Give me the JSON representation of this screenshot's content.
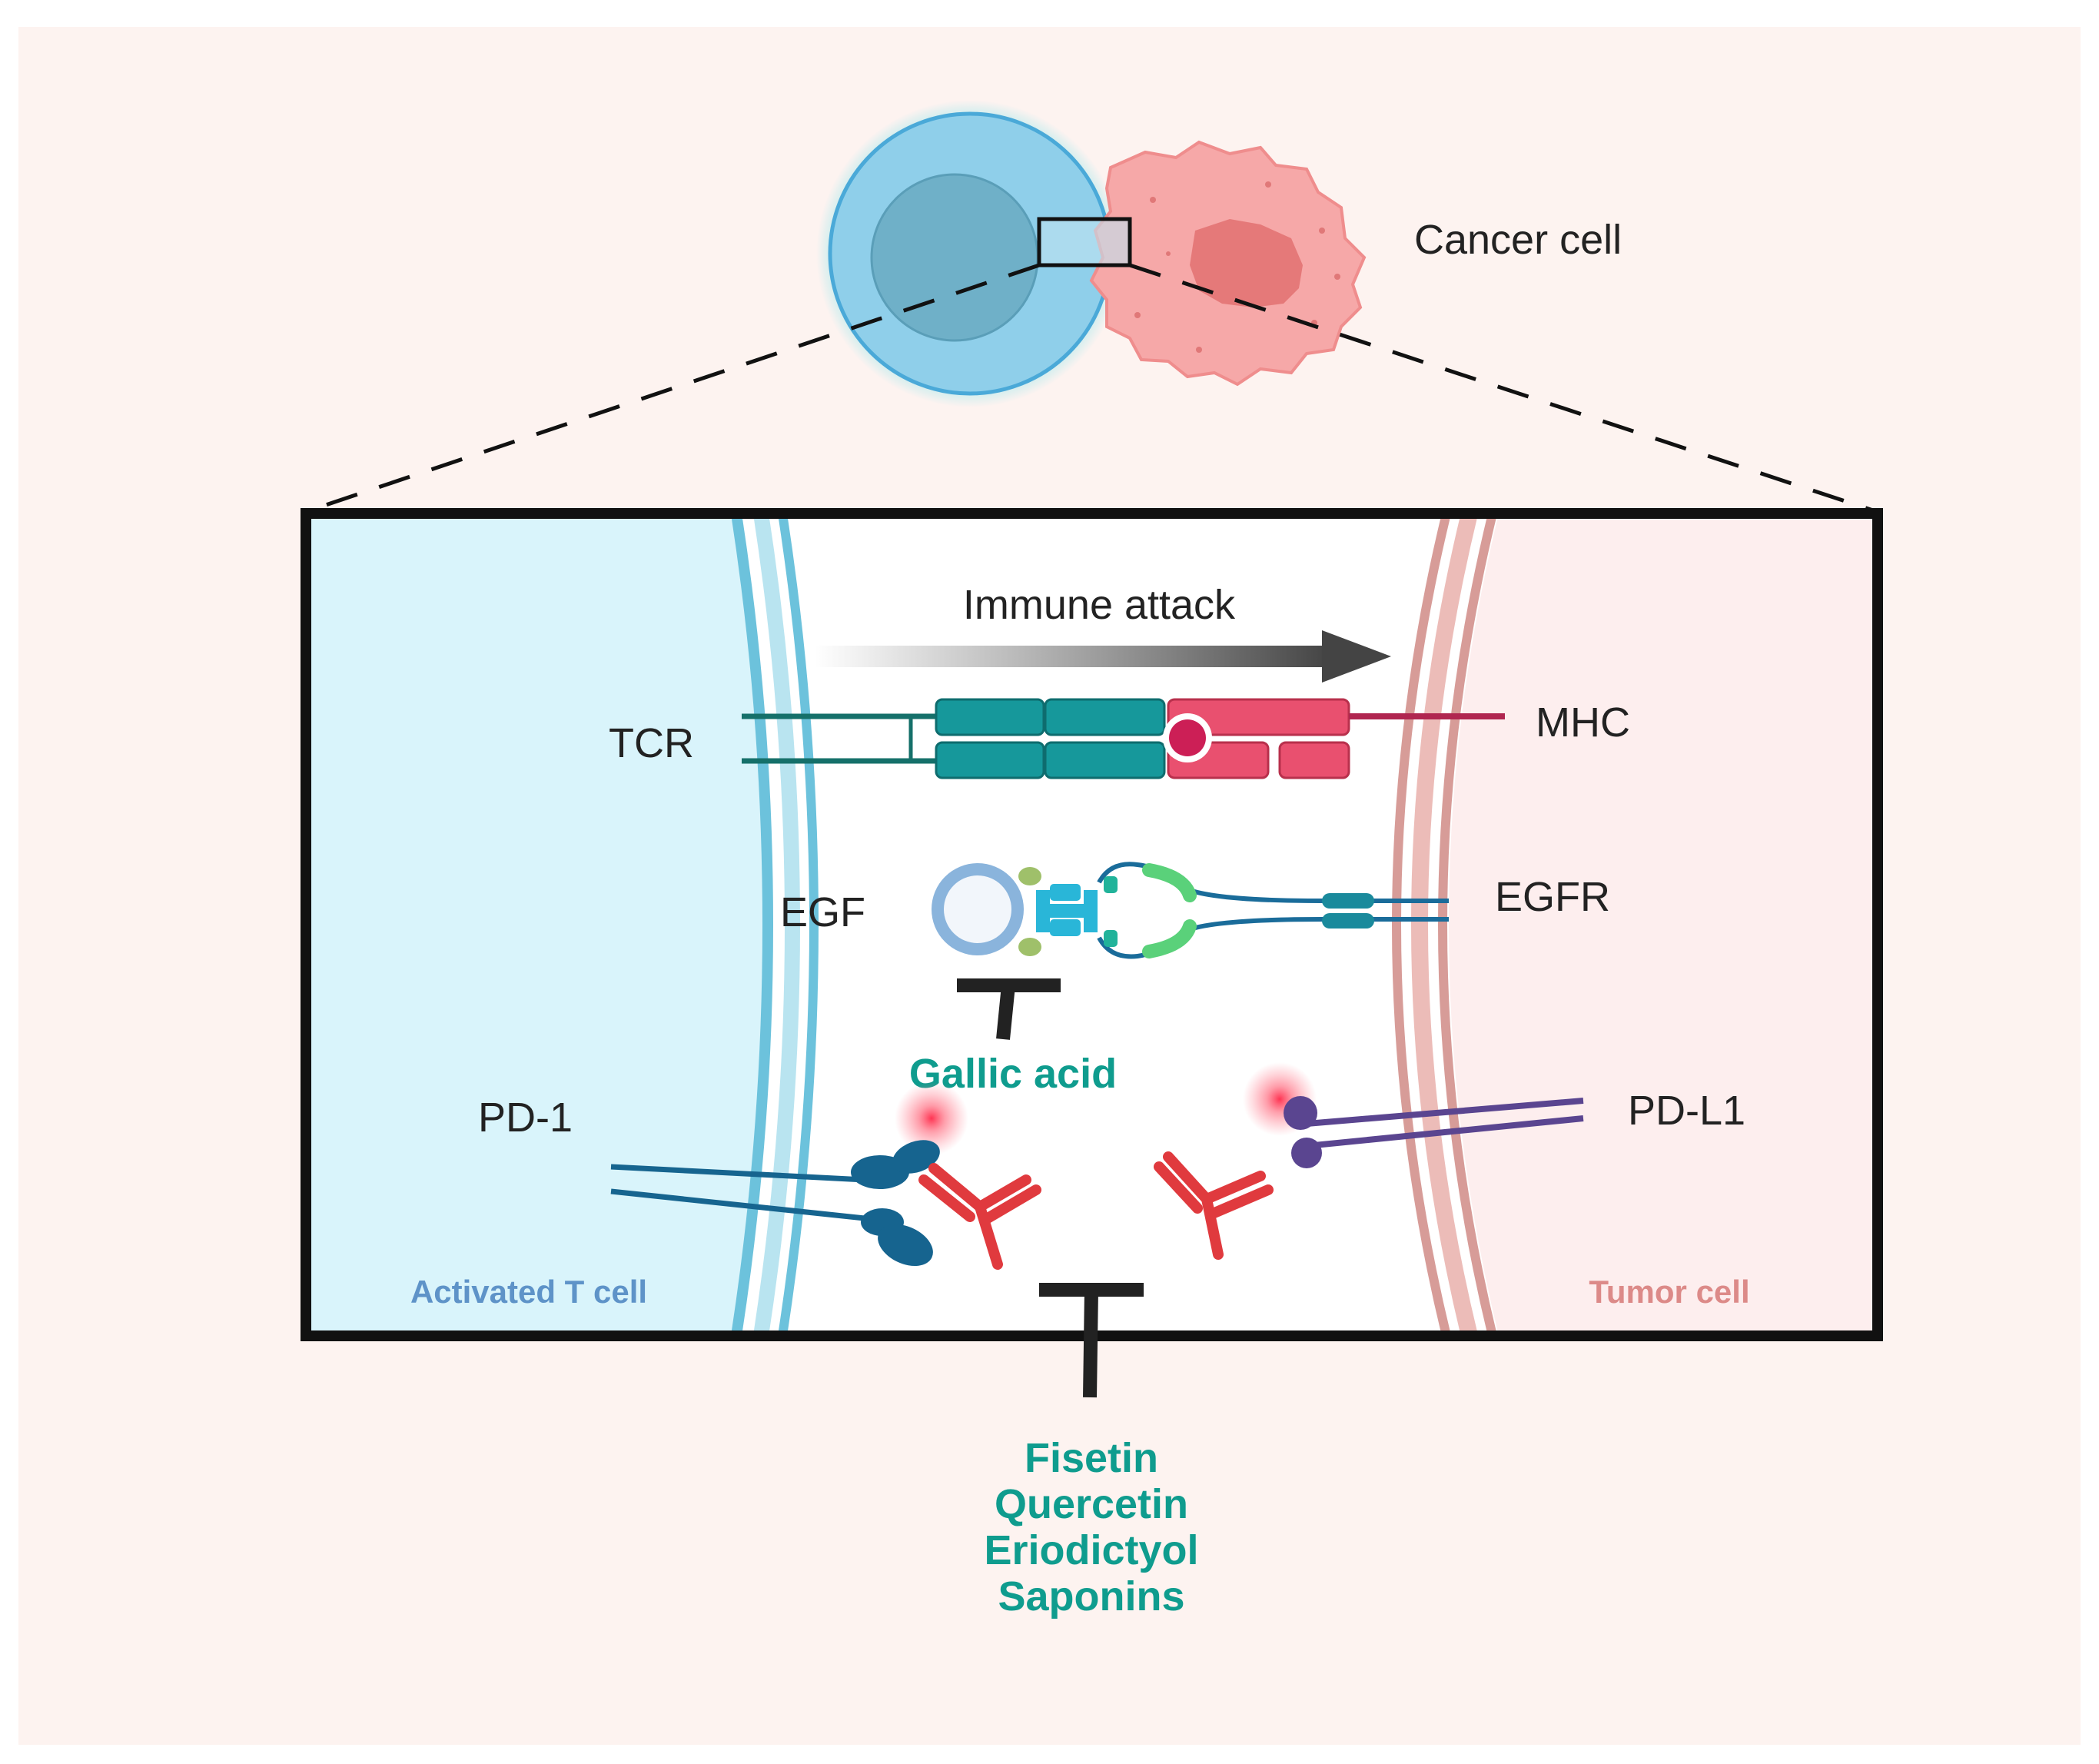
{
  "labels": {
    "cancer_cell": "Cancer cell",
    "immune_attack": "Immune attack",
    "tcr": "TCR",
    "mhc": "MHC",
    "egf": "EGF",
    "egfr": "EGFR",
    "gallic_acid": "Gallic acid",
    "pd1": "PD-1",
    "pdl1": "PD-L1",
    "activated_t_cell": "Activated T cell",
    "tumor_cell": "Tumor cell"
  },
  "inhibitors": [
    "Fisetin",
    "Quercetin",
    "Eriodictyol",
    "Saponins"
  ],
  "colors": {
    "background": "#fdf3f0",
    "t_cell_fill": "#d9f4fb",
    "tumor_fill": "#fdeeee",
    "t_membrane": "#6cc2dc",
    "tumor_membrane": "#d79c98",
    "teal": "#1a9e96",
    "tcr_block": "#16989b",
    "mhc_block": "#e9506f",
    "pd1": "#16648f",
    "pdl1": "#5a4590",
    "antibody": "#e03a3e",
    "inhibitor_text": "#0f9c8e",
    "t_cell_label": "#5e93c8",
    "tumor_label": "#dc8a88"
  }
}
